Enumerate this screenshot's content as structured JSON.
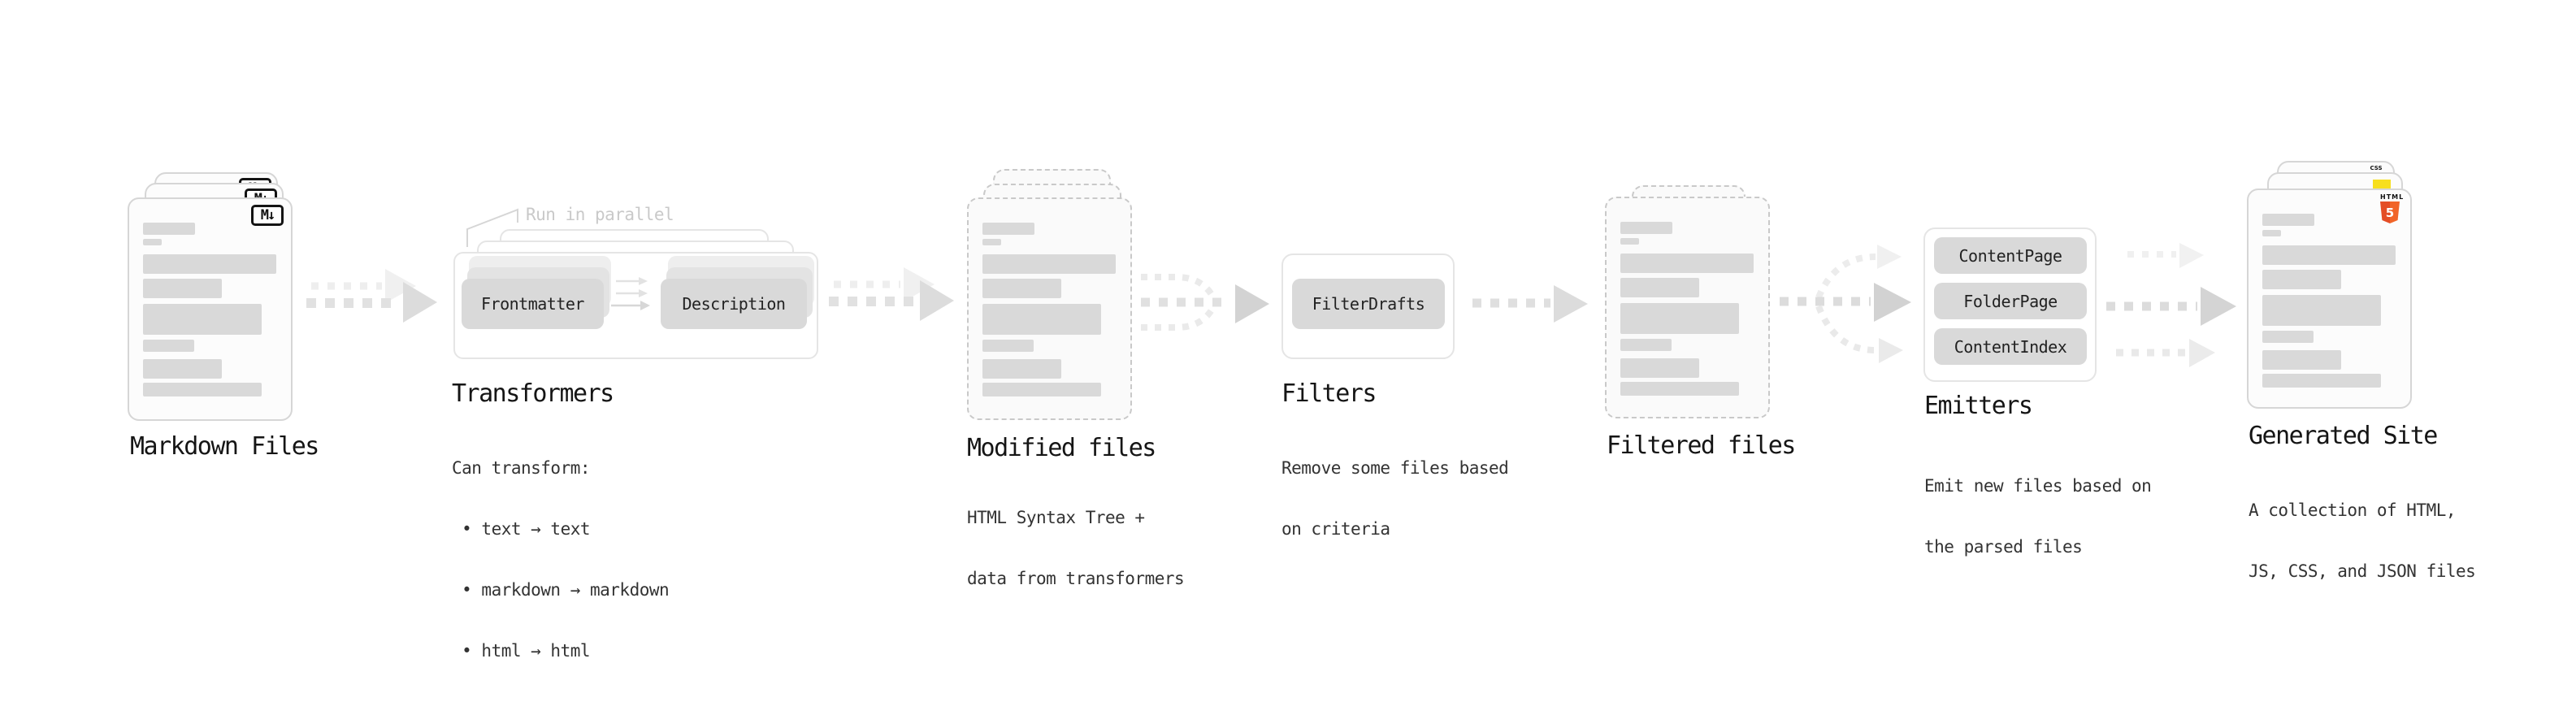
{
  "diagram": {
    "markdown_files": {
      "label": "Markdown Files",
      "badge": "M↓"
    },
    "transformers": {
      "callout": "Run in parallel",
      "pill_left": "Frontmatter",
      "pill_right": "Description",
      "label": "Transformers",
      "body": [
        "Can transform:",
        " • text → text",
        " • markdown → markdown",
        " • html → html"
      ]
    },
    "modified_files": {
      "label": "Modified files",
      "subtitle": [
        "HTML Syntax Tree +",
        "data from transformers"
      ]
    },
    "filters": {
      "pill": "FilterDrafts",
      "label": "Filters",
      "subtitle": [
        "Remove some files based",
        "on criteria"
      ]
    },
    "filtered_files": {
      "label": "Filtered files"
    },
    "emitters": {
      "pills": [
        "ContentPage",
        "FolderPage",
        "ContentIndex"
      ],
      "label": "Emitters",
      "subtitle": [
        "Emit new files based on",
        "the parsed files"
      ]
    },
    "generated_site": {
      "label": "Generated Site",
      "subtitle": [
        "A collection of HTML,",
        "JS, CSS, and JSON files"
      ],
      "css_badge": "CSS",
      "html_badge": "HTML",
      "html_number": "5"
    }
  },
  "colors": {
    "pill": "#d9d9d9",
    "card_border": "#d6d6d6",
    "dashed_border": "#c9c9c9",
    "arrow": "#dcdcdc",
    "arrow_light": "#eeeeee",
    "callout_text": "#c9c9c9",
    "html5_orange": "#e44d26",
    "js_yellow": "#f7df1e",
    "css_blue": "#2b62f6",
    "text": "#1a1a1a"
  }
}
